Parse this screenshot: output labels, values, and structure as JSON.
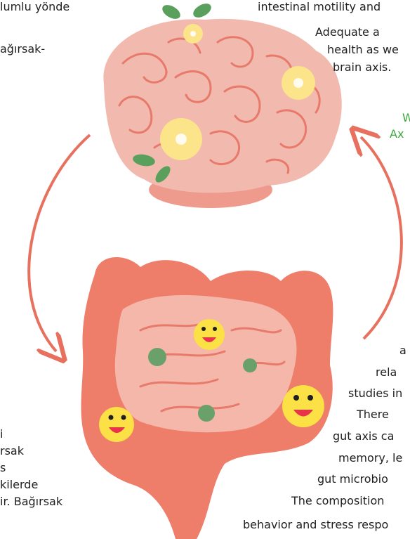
{
  "left_text": {
    "line1": "lumlu yönde",
    "line2": "ağırsak-",
    "line3": "i",
    "line4": "rsak",
    "line5": "s",
    "line6": "kilerde",
    "line7": "ir. Bağırsak"
  },
  "right_text": {
    "line1": "intestinal motility and",
    "line2": "Adequate a",
    "line3": "health as we",
    "line4": "brain axis.",
    "line5": "a",
    "line6": "rela",
    "line7": "studies in",
    "line8": "There",
    "line9": "gut axis ca",
    "line10": "memory, le",
    "line11": "gut microbio",
    "line12": "The composition",
    "line13": "behavior and stress respo"
  },
  "green_text": {
    "line1": "W",
    "line2": "Ax"
  },
  "colors": {
    "brain": "#f2b9ae",
    "brain_lines": "#e77a6a",
    "intestine": "#ee7d6a",
    "intestine_inner": "#f5b7aa",
    "arrow": "#e8705e",
    "flower": "#fbe48a",
    "leaf": "#5aa05c",
    "smiley": "#fbe046",
    "bacteria": "#6aa16a",
    "accent_green": "#3aa83a"
  }
}
